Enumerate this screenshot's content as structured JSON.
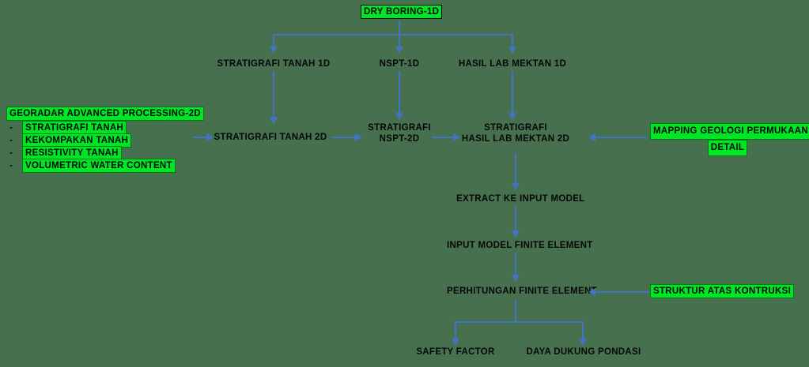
{
  "colors": {
    "background": "#47714e",
    "highlight": "#00e625",
    "arrow": "#4472c4",
    "text": "#060608"
  },
  "nodes": {
    "dry_boring": {
      "label": "DRY BORING-1D"
    },
    "stratigrafi_tanah_1d": {
      "label": "STRATIGRAFI TANAH 1D"
    },
    "nspt_1d": {
      "label": "NSPT-1D"
    },
    "hasil_lab_mektan_1d": {
      "label": "HASIL LAB MEKTAN 1D"
    },
    "georadar": {
      "title": "GEORADAR ADVANCED PROCESSING-2D",
      "bullet": "-",
      "items": [
        {
          "label": "STRATIGRAFI TANAH"
        },
        {
          "label": "KEKOMPAKAN TANAH"
        },
        {
          "label": "RESISTIVITY TANAH"
        },
        {
          "label": "VOLUMETRIC WATER CONTENT"
        }
      ]
    },
    "stratigrafi_tanah_2d": {
      "label": "STRATIGRAFI TANAH 2D"
    },
    "stratigrafi_nspt_2d": {
      "line1": "STRATIGRAFI",
      "line2": "NSPT-2D"
    },
    "stratigrafi_hasil_lab_2d": {
      "line1": "STRATIGRAFI",
      "line2": "HASIL LAB MEKTAN 2D"
    },
    "mapping_geologi": {
      "line1": "MAPPING GEOLOGI PERMUKAAN",
      "line2": "DETAIL"
    },
    "extract": {
      "label": "EXTRACT KE INPUT MODEL"
    },
    "input_model": {
      "label": "INPUT MODEL FINITE ELEMENT"
    },
    "perhitungan": {
      "label": "PERHITUNGAN FINITE ELEMENT"
    },
    "struktur": {
      "label": "STRUKTUR ATAS KONTRUKSI"
    },
    "safety_factor": {
      "label": "SAFETY FACTOR"
    },
    "daya_dukung": {
      "label": "DAYA DUKUNG PONDASI"
    }
  }
}
